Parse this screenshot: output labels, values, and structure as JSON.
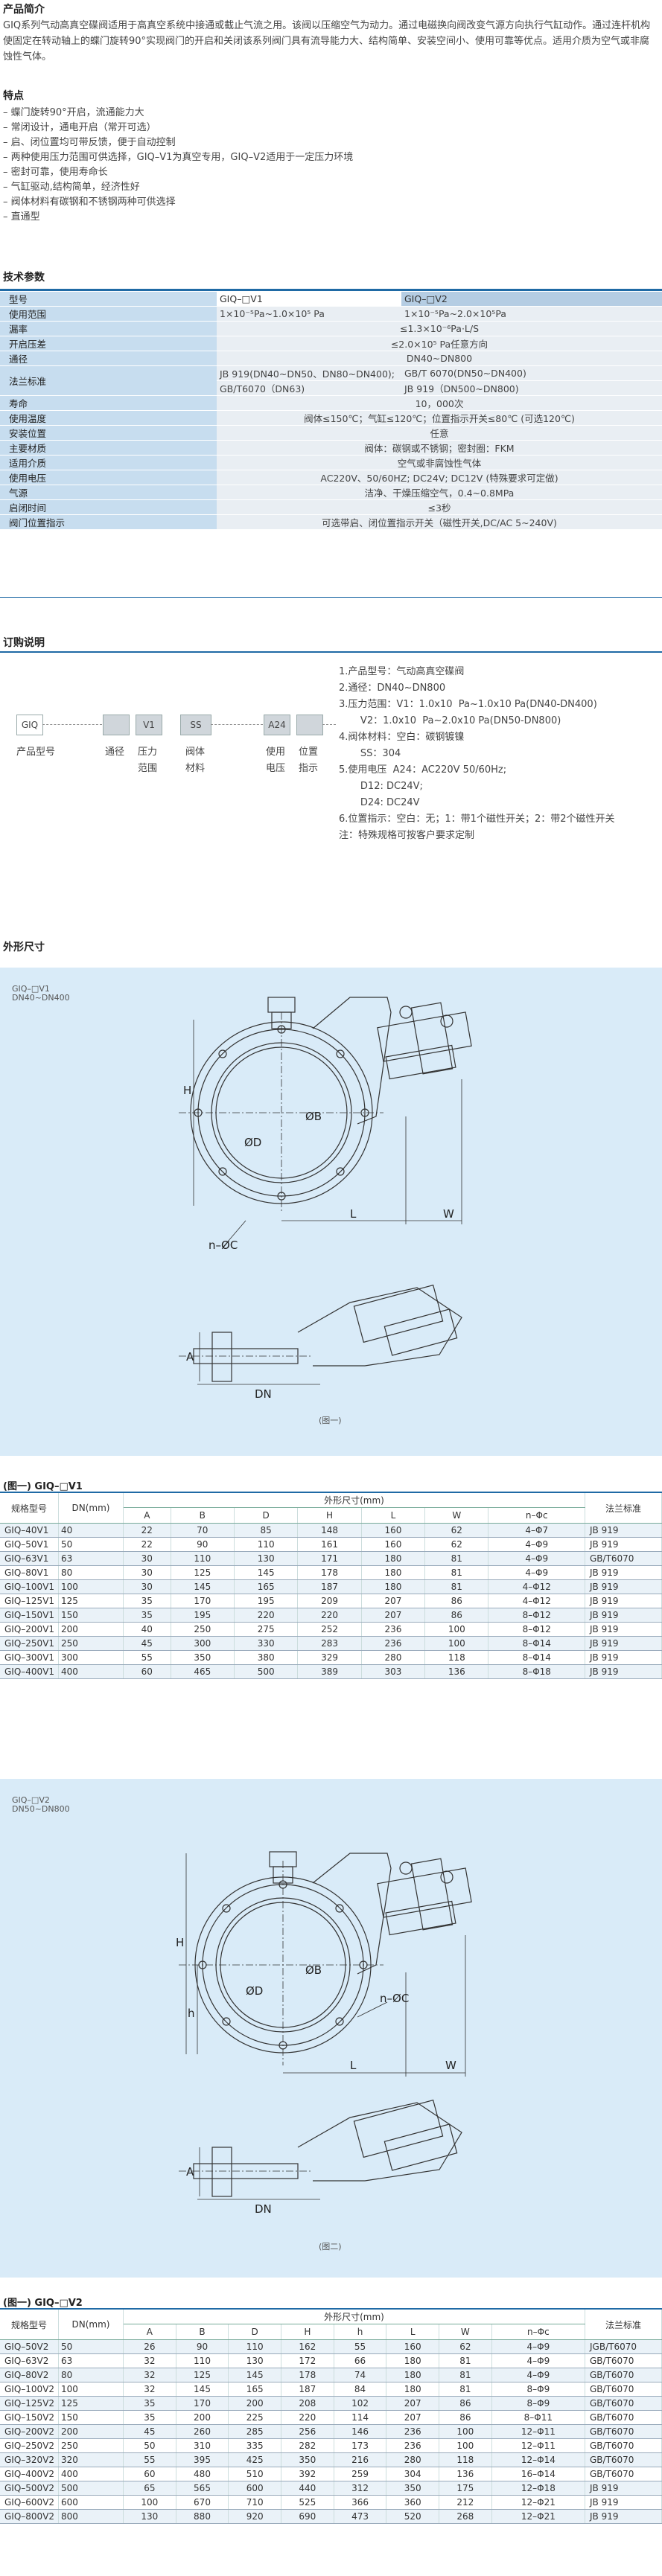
{
  "intro": {
    "title": "产品简介",
    "text": "GIQ系列气动高真空碟阀适用于高真空系统中接通或截止气流之用。该阀以压缩空气为动力。通过电磁换向阀改变气源方向执行气缸动作。通过连杆机构使固定在转动轴上的蝶门旋转90°实现阀门的开启和关闭该系列阀门具有流导能力大、结构简单、安装空间小、使用可靠等优点。适用介质为空气或非腐蚀性气体。"
  },
  "features": {
    "title": "特点",
    "items": [
      "– 蝶门旋转90°开启，流通能力大",
      "– 常闭设计，通电开启（常开可选）",
      "– 启、闭位置均可带反馈，便于自动控制",
      "– 两种使用压力范围可供选择，GIQ–V1为真空专用，GIQ–V2适用于一定压力环境",
      "– 密封可靠，使用寿命长",
      "– 气缸驱动,结构简单，经济性好",
      "– 阀体材料有碳钢和不锈钢两种可供选择",
      "– 直通型"
    ]
  },
  "spec": {
    "title": "技术参数",
    "rows": [
      {
        "k": "型号",
        "a": "GIQ–□V1",
        "b": "GIQ–□V2"
      },
      {
        "k": "使用范围",
        "a": "1×10⁻⁵Pa~1.0×10⁵ Pa",
        "b": "1×10⁻⁵Pa~2.0×10⁵Pa"
      },
      {
        "k": "漏率",
        "v": "≤1.3×10⁻⁶Pa·L/S"
      },
      {
        "k": "开启压差",
        "v": "≤2.0×10⁵ Pa任意方向"
      },
      {
        "k": "通径",
        "v": "DN40~DN800"
      },
      {
        "k": "法兰标准",
        "a": "JB 919(DN40~DN50、DN80~DN400);",
        "b": "GB/T 6070(DN50~DN400)",
        "a2": "GB/T6070（DN63)",
        "b2": "JB 919（DN500~DN800)"
      },
      {
        "k": "寿命",
        "v": "10，000次"
      },
      {
        "k": "使用温度",
        "v": "阀体≤150℃；气缸≤120℃；位置指示开关≤80℃ (可选120℃)"
      },
      {
        "k": "安装位置",
        "v": "任意"
      },
      {
        "k": "主要材质",
        "v": "阀体：碳钢或不锈钢；密封圈：FKM"
      },
      {
        "k": "适用介质",
        "v": "空气或非腐蚀性气体"
      },
      {
        "k": "使用电压",
        "v": "AC220V、50/60HZ; DC24V; DC12V (特殊要求可定做)"
      },
      {
        "k": "气源",
        "v": "洁净、干燥压缩空气，0.4~0.8MPa"
      },
      {
        "k": "启闭时间",
        "v": "≤3秒"
      },
      {
        "k": "阀门位置指示",
        "v": "可选带启、闭位置指示开关（磁性开关,DC/AC 5~240V)"
      }
    ]
  },
  "order": {
    "title": "订购说明",
    "boxes": [
      "GIQ",
      "",
      "V1",
      "SS",
      "",
      "A24",
      ""
    ],
    "labels": [
      "产品型号",
      "通径",
      "压力范围",
      "阀体材料",
      "使用电压",
      "位置指示"
    ],
    "notes": "1.产品型号：气动高真空碟阀\n2.通径：DN40~DN800\n3.压力范围：V1：1.0x10  Pa~1.0x10 Pa(DN40-DN400)\n       V2：1.0x10  Pa~2.0x10 Pa(DN50-DN800)\n4.阀体材料：空白：碳钢镀镍\n       SS：304\n5.使用电压  A24：AC220V 50/60Hz;\n       D12: DC24V;\n       D24: DC24V\n6.位置指示：空白：无；1：带1个磁性开关；2：带2个磁性开关\n注：特殊规格可按客户要求定制"
  },
  "dims": {
    "title": "外形尺寸",
    "panel1": {
      "tag1": "GIQ–□V1",
      "tag2": "DN40~DN400",
      "fig": "(图一)"
    },
    "panel2": {
      "tag1": "GIQ–□V2",
      "tag2": "DN50~DN800",
      "fig": "(图二)"
    },
    "labels": {
      "H": "H",
      "h": "h",
      "L": "L",
      "W": "W",
      "A": "A",
      "DN": "DN",
      "nC": "n–ØC",
      "D": "ØD",
      "B": "ØB"
    }
  },
  "table1": {
    "caption": "(图一) GIQ–□V1",
    "h_model": "规格型号",
    "h_dn": "DN(mm)",
    "h_group": "外形尺寸(mm)",
    "h_std": "法兰标准",
    "cols": [
      "A",
      "B",
      "D",
      "H",
      "L",
      "W",
      "n–Φc"
    ],
    "rows": [
      [
        "GIQ–40V1",
        "40",
        "22",
        "70",
        "85",
        "148",
        "160",
        "62",
        "4–Φ7",
        "JB 919"
      ],
      [
        "GIQ–50V1",
        "50",
        "22",
        "90",
        "110",
        "161",
        "160",
        "62",
        "4–Φ9",
        "JB 919"
      ],
      [
        "GIQ–63V1",
        "63",
        "30",
        "110",
        "130",
        "171",
        "180",
        "81",
        "4–Φ9",
        "GB/T6070"
      ],
      [
        "GIQ–80V1",
        "80",
        "30",
        "125",
        "145",
        "178",
        "180",
        "81",
        "4–Φ9",
        "JB 919"
      ],
      [
        "GIQ–100V1",
        "100",
        "30",
        "145",
        "165",
        "187",
        "180",
        "81",
        "4–Φ12",
        "JB 919"
      ],
      [
        "GIQ–125V1",
        "125",
        "35",
        "170",
        "195",
        "209",
        "207",
        "86",
        "4–Φ12",
        "JB 919"
      ],
      [
        "GIQ–150V1",
        "150",
        "35",
        "195",
        "220",
        "220",
        "207",
        "86",
        "8–Φ12",
        "JB 919"
      ],
      [
        "GIQ–200V1",
        "200",
        "40",
        "250",
        "275",
        "252",
        "236",
        "100",
        "8–Φ12",
        "JB 919"
      ],
      [
        "GIQ–250V1",
        "250",
        "45",
        "300",
        "330",
        "283",
        "236",
        "100",
        "8–Φ14",
        "JB 919"
      ],
      [
        "GIQ–300V1",
        "300",
        "55",
        "350",
        "380",
        "329",
        "280",
        "118",
        "8–Φ14",
        "JB 919"
      ],
      [
        "GIQ–400V1",
        "400",
        "60",
        "465",
        "500",
        "389",
        "303",
        "136",
        "8–Φ18",
        "JB 919"
      ]
    ]
  },
  "table2": {
    "caption": "(图一) GIQ–□V2",
    "h_model": "规格型号",
    "h_dn": "DN(mm)",
    "h_group": "外形尺寸(mm)",
    "h_std": "法兰标准",
    "cols": [
      "A",
      "B",
      "D",
      "H",
      "h",
      "L",
      "W",
      "n–Φc"
    ],
    "rows": [
      [
        "GIQ–50V2",
        "50",
        "26",
        "90",
        "110",
        "162",
        "55",
        "160",
        "62",
        "4–Φ9",
        "JGB/T6070"
      ],
      [
        "GIQ–63V2",
        "63",
        "32",
        "110",
        "130",
        "172",
        "66",
        "180",
        "81",
        "4–Φ9",
        "GB/T6070"
      ],
      [
        "GIQ–80V2",
        "80",
        "32",
        "125",
        "145",
        "178",
        "74",
        "180",
        "81",
        "4–Φ9",
        "GB/T6070"
      ],
      [
        "GIQ–100V2",
        "100",
        "32",
        "145",
        "165",
        "187",
        "84",
        "180",
        "81",
        "8–Φ9",
        "GB/T6070"
      ],
      [
        "GIQ–125V2",
        "125",
        "35",
        "170",
        "200",
        "208",
        "102",
        "207",
        "86",
        "8–Φ9",
        "GB/T6070"
      ],
      [
        "GIQ–150V2",
        "150",
        "35",
        "200",
        "225",
        "220",
        "114",
        "207",
        "86",
        "8–Φ11",
        "GB/T6070"
      ],
      [
        "GIQ–200V2",
        "200",
        "45",
        "260",
        "285",
        "256",
        "146",
        "236",
        "100",
        "12–Φ11",
        "GB/T6070"
      ],
      [
        "GIQ–250V2",
        "250",
        "50",
        "310",
        "335",
        "282",
        "173",
        "236",
        "100",
        "12–Φ11",
        "GB/T6070"
      ],
      [
        "GIQ–320V2",
        "320",
        "55",
        "395",
        "425",
        "350",
        "216",
        "280",
        "118",
        "12–Φ14",
        "GB/T6070"
      ],
      [
        "GIQ–400V2",
        "400",
        "60",
        "480",
        "510",
        "392",
        "259",
        "304",
        "136",
        "16–Φ14",
        "GB/T6070"
      ],
      [
        "GIQ–500V2",
        "500",
        "65",
        "565",
        "600",
        "440",
        "312",
        "350",
        "175",
        "12–Φ18",
        "JB 919"
      ],
      [
        "GIQ–600V2",
        "600",
        "100",
        "670",
        "710",
        "525",
        "366",
        "360",
        "212",
        "12–Φ21",
        "JB 919"
      ],
      [
        "GIQ–800V2",
        "800",
        "130",
        "880",
        "920",
        "690",
        "473",
        "520",
        "268",
        "12–Φ21",
        "JB 919"
      ]
    ]
  }
}
